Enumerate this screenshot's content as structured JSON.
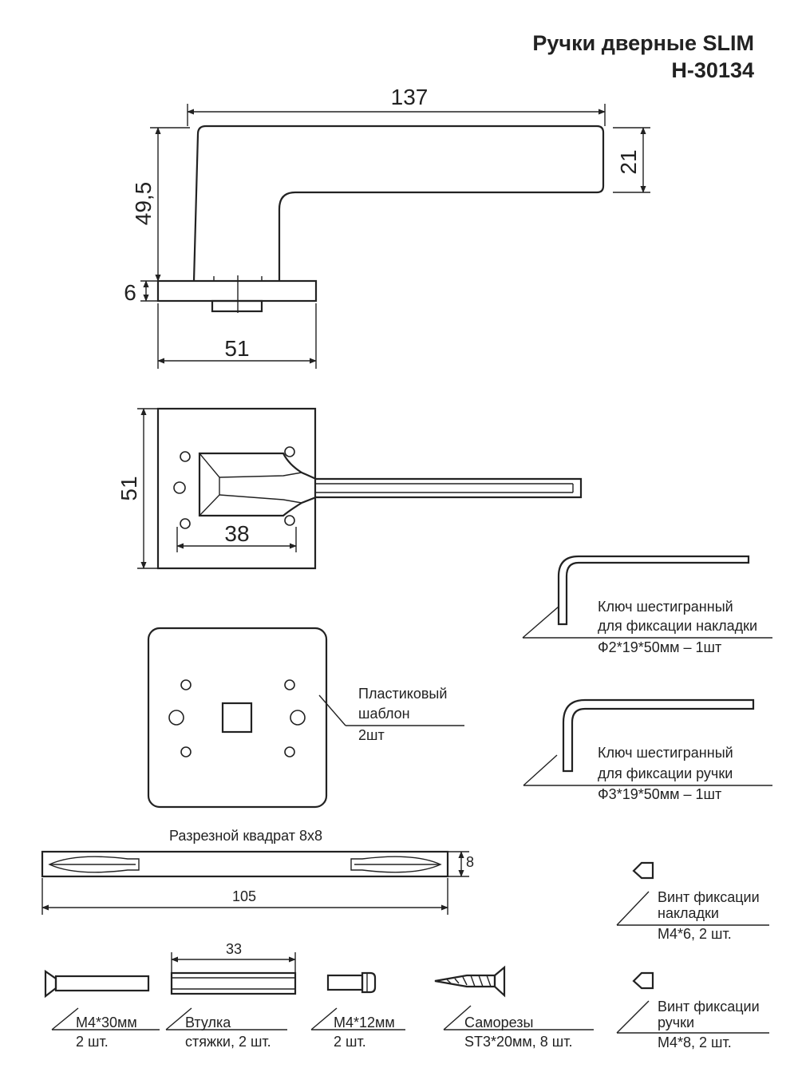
{
  "header": {
    "title_line1": "Ручки дверные SLIM",
    "title_line2": "H-30134"
  },
  "dimensions": {
    "handle_length": "137",
    "lever_height": "21",
    "total_height": "49,5",
    "rosette_thickness": "6",
    "rosette_width": "51",
    "rosette_height": "51",
    "screw_spacing": "38",
    "spindle_length": "105",
    "spindle_size": "8",
    "bushing_length": "33"
  },
  "labels": {
    "hex_key_1": [
      "Ключ шестигранный",
      "для фиксации накладки",
      "Ф2*19*50мм – 1шт"
    ],
    "hex_key_2": [
      "Ключ шестигранный",
      "для фиксации ручки",
      "Ф3*19*50мм – 1шт"
    ],
    "template": [
      "Пластиковый",
      "шаблон",
      "2шт"
    ],
    "spindle_title": "Разрезной квадрат 8х8",
    "screw_rosette": [
      "Винт фиксации",
      "накладки",
      "М4*6, 2 шт."
    ],
    "screw_handle": [
      "Винт фиксации",
      "ручки",
      "М4*8, 2 шт."
    ],
    "bolt_m4x30": [
      "М4*30мм",
      "2 шт."
    ],
    "bushing": [
      "Втулка",
      "стяжки, 2 шт."
    ],
    "bolt_m4x12": [
      "М4*12мм",
      "2 шт."
    ],
    "self_tapping": [
      "Саморезы",
      "ST3*20мм, 8 шт."
    ]
  },
  "colors": {
    "line": "#222222",
    "background": "#ffffff"
  }
}
